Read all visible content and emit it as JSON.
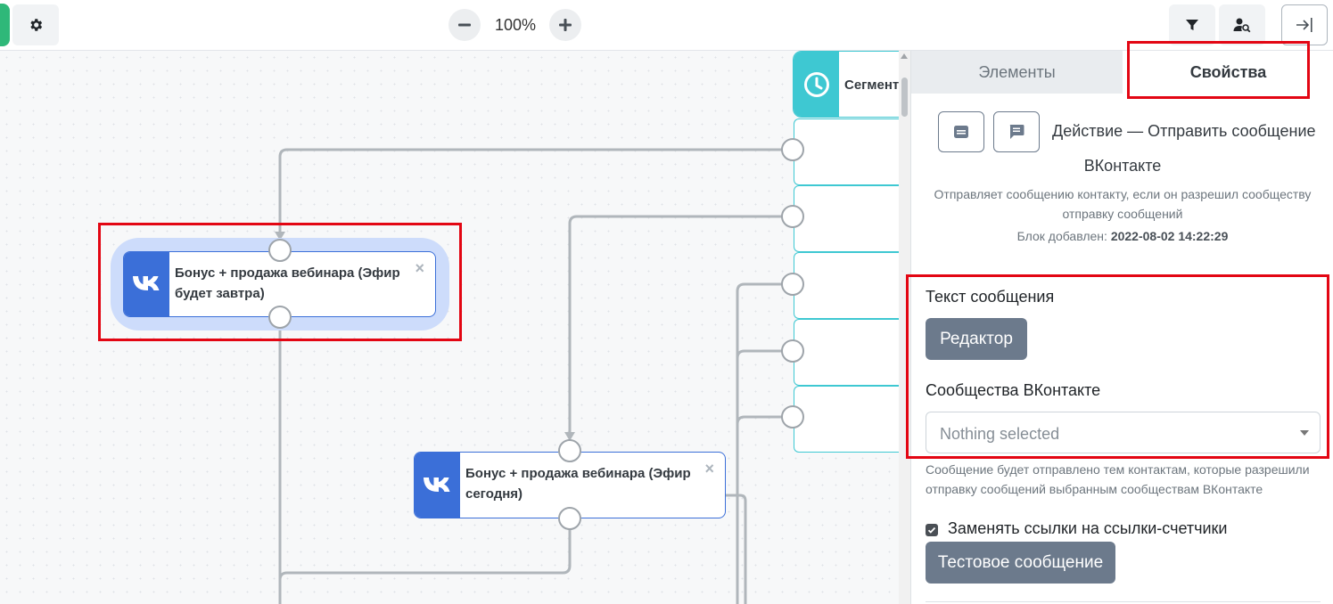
{
  "toolbar": {
    "zoom_value": "100%",
    "icons": [
      "gear-icon",
      "minus-icon",
      "plus-icon",
      "filter-icon",
      "contact-search-icon",
      "collapse-panel-icon"
    ]
  },
  "canvas": {
    "segment_node": {
      "title": "Сегмента",
      "icon": "clock-icon"
    },
    "node_tomorrow": {
      "title": "Бонус + продажа вебинара (Эфир будет завтра)",
      "close": "×",
      "icon": "vk-logo-icon"
    },
    "node_today": {
      "title": "Бонус + продажа вебинара (Эфир сегодня)",
      "close": "×",
      "icon": "vk-logo-icon"
    }
  },
  "panel": {
    "tabs": {
      "elements": "Элементы",
      "properties": "Свойства"
    },
    "action_title_line1": "Действие — Отправить сообщение",
    "action_title_line2": "ВКонтакте",
    "description": "Отправляет сообщению контакту, если он разрешил сообществу отправку сообщений",
    "added_label": "Блок добавлен:",
    "added_value": "2022-08-02 14:22:29",
    "message_text_label": "Текст сообщения",
    "editor_button": "Редактор",
    "communities_label": "Сообщества ВКонтакте",
    "communities_placeholder": "Nothing selected",
    "communities_hint": "Сообщение будет отправлено тем контактам, которые разрешили отправку сообщений выбранным сообществам ВКонтакте",
    "replace_links_label": "Заменять ссылки на ссылки-счетчики",
    "replace_links_checked": true,
    "test_message_button": "Тестовое сообщение"
  },
  "colors": {
    "vk_blue": "#3b6fd8",
    "segment_teal": "#3ec8d2",
    "button_gray": "#6c7a8c",
    "annotation_red": "#e30613"
  }
}
